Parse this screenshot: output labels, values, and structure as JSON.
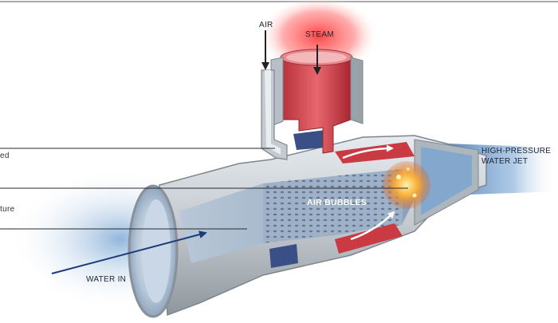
{
  "labels": {
    "air": "AIR",
    "steam": "STEAM",
    "air_bubbles": "AIR BUBBLES",
    "high_pressure_line1": "HIGH-PRESSURE",
    "high_pressure_line2": "WATER JET",
    "water_in": "WATER IN",
    "cut_label_1": "ed",
    "cut_label_2": "ture"
  },
  "colors": {
    "steam": "#e23a3a",
    "water": "#6f9fd0",
    "pipe_body": "#c9ced4",
    "pipe_shadow": "#8e959c",
    "arrow_navy": "#1d3d7a",
    "chamber_dark": "#3a4f86",
    "flash": "#f39a1e"
  }
}
